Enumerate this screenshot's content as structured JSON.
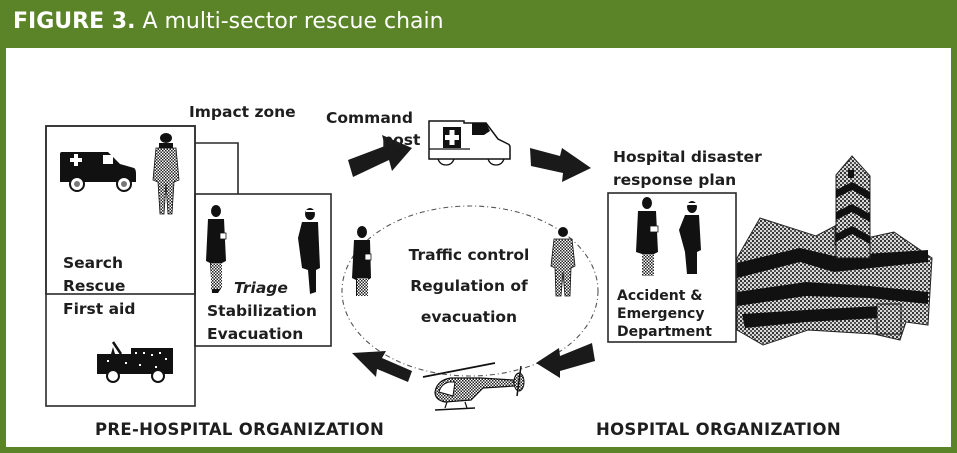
{
  "figure": {
    "label": "FIGURE 3.",
    "title": "A multi-sector rescue chain"
  },
  "colors": {
    "frame_green": "#5b8428",
    "ink": "#1e1e1e"
  },
  "pre_hospital": {
    "impact_zone_label": "Impact zone",
    "field_box": {
      "lines": [
        "Search",
        "Rescue",
        "First aid"
      ]
    },
    "triage_box": {
      "italic_line": "Triage",
      "lines": [
        "Stabilization",
        "Evacuation"
      ]
    },
    "section_label": "PRE-HOSPITAL ORGANIZATION"
  },
  "command": {
    "label_line1": "Command",
    "label_line2": "post",
    "center_lines": [
      "Traffic control",
      "Regulation of",
      "evacuation"
    ]
  },
  "hospital": {
    "plan_line1": "Hospital disaster",
    "plan_line2": "response plan",
    "ed_box": {
      "lines": [
        "Accident &",
        "Emergency",
        "Department"
      ]
    },
    "section_label": "HOSPITAL ORGANIZATION"
  },
  "icons": {
    "ambulance_field": "ambulance-icon",
    "fire_truck": "fire-truck-icon",
    "soldier": "soldier-icon",
    "doctor": "doctor-icon",
    "nurse": "nurse-icon",
    "command_ambulance": "command-ambulance-icon",
    "helicopter": "helicopter-icon",
    "hospital_building": "hospital-building-icon",
    "arrows": "flow-arrow-icon"
  }
}
